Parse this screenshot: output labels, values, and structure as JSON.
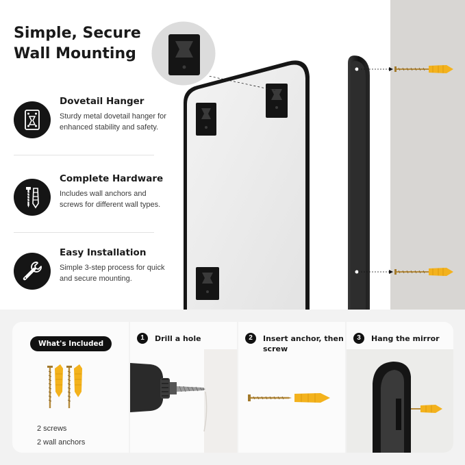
{
  "title": {
    "line1": "Simple, Secure",
    "line2": "Wall Mounting"
  },
  "features": [
    {
      "title": "Dovetail Hanger",
      "desc": "Sturdy metal dovetail hanger for enhanced stability and safety.",
      "icon": "dovetail-hanger-icon"
    },
    {
      "title": "Complete Hardware",
      "desc": "Includes wall anchors and screws for different wall types.",
      "icon": "screw-anchor-icon"
    },
    {
      "title": "Easy Installation",
      "desc": "Simple 3-step process for quick and secure mounting.",
      "icon": "wrench-icon"
    }
  ],
  "whats_included": {
    "badge": "What's Included",
    "items": [
      "2 screws",
      "2 wall anchors"
    ]
  },
  "steps": [
    {
      "number": "1",
      "label": "Drill a hole"
    },
    {
      "number": "2",
      "label": "Insert anchor, then screw"
    },
    {
      "number": "3",
      "label": "Hang the mirror"
    }
  ],
  "colors": {
    "accent_anchor": "#f3b21d",
    "screw": "#b58a3a",
    "frame": "#151515",
    "wall": "#d8d6d3"
  }
}
